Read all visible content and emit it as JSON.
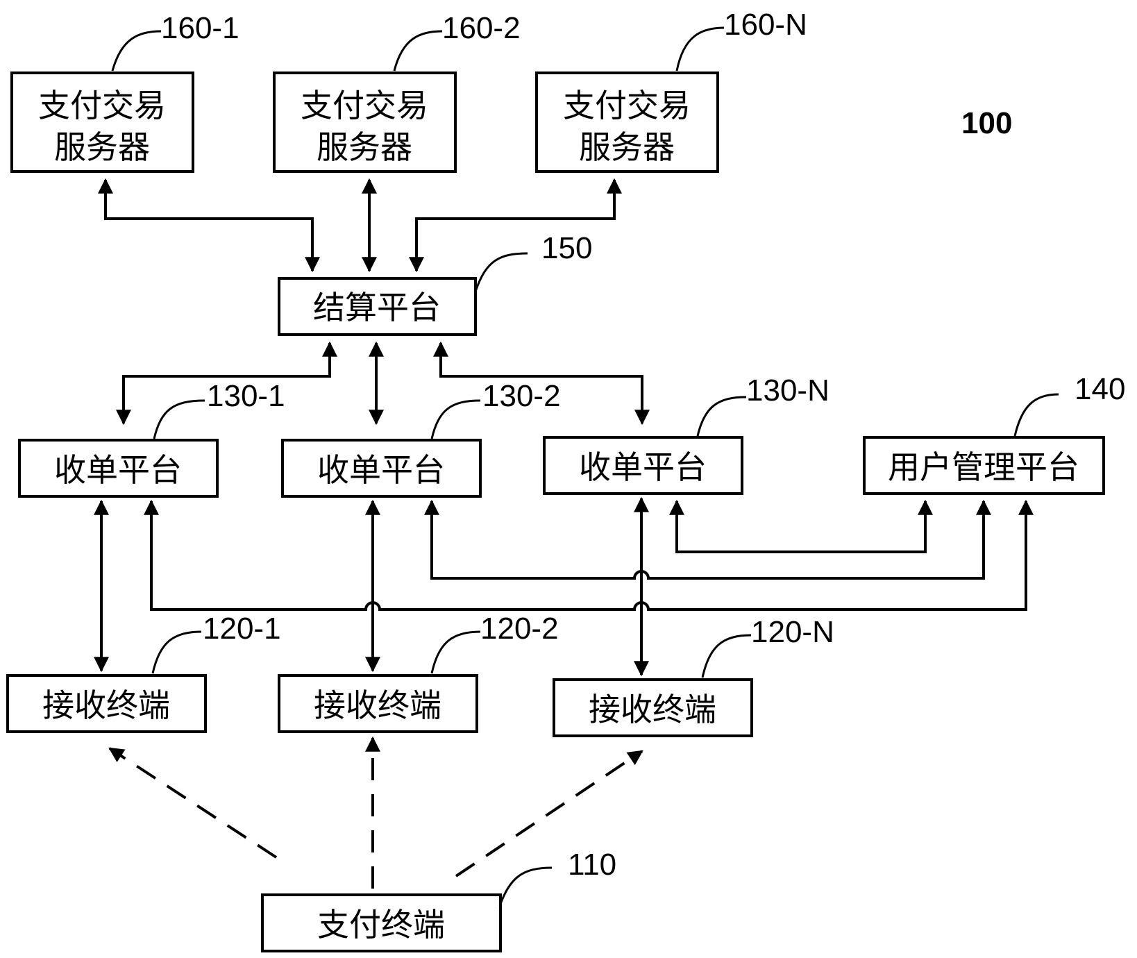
{
  "figure_label": "100",
  "servers": [
    {
      "label_line1": "支付交易",
      "label_line2": "服务器",
      "ref": "160-1"
    },
    {
      "label_line1": "支付交易",
      "label_line2": "服务器",
      "ref": "160-2"
    },
    {
      "label_line1": "支付交易",
      "label_line2": "服务器",
      "ref": "160-N"
    }
  ],
  "settlement": {
    "label": "结算平台",
    "ref": "150"
  },
  "acquirers": [
    {
      "label": "收单平台",
      "ref": "130-1"
    },
    {
      "label": "收单平台",
      "ref": "130-2"
    },
    {
      "label": "收单平台",
      "ref": "130-N"
    }
  ],
  "user_mgmt": {
    "label": "用户管理平台",
    "ref": "140"
  },
  "receivers": [
    {
      "label": "接收终端",
      "ref": "120-1"
    },
    {
      "label": "接收终端",
      "ref": "120-2"
    },
    {
      "label": "接收终端",
      "ref": "120-N"
    }
  ],
  "payment_terminal": {
    "label": "支付终端",
    "ref": "110"
  }
}
